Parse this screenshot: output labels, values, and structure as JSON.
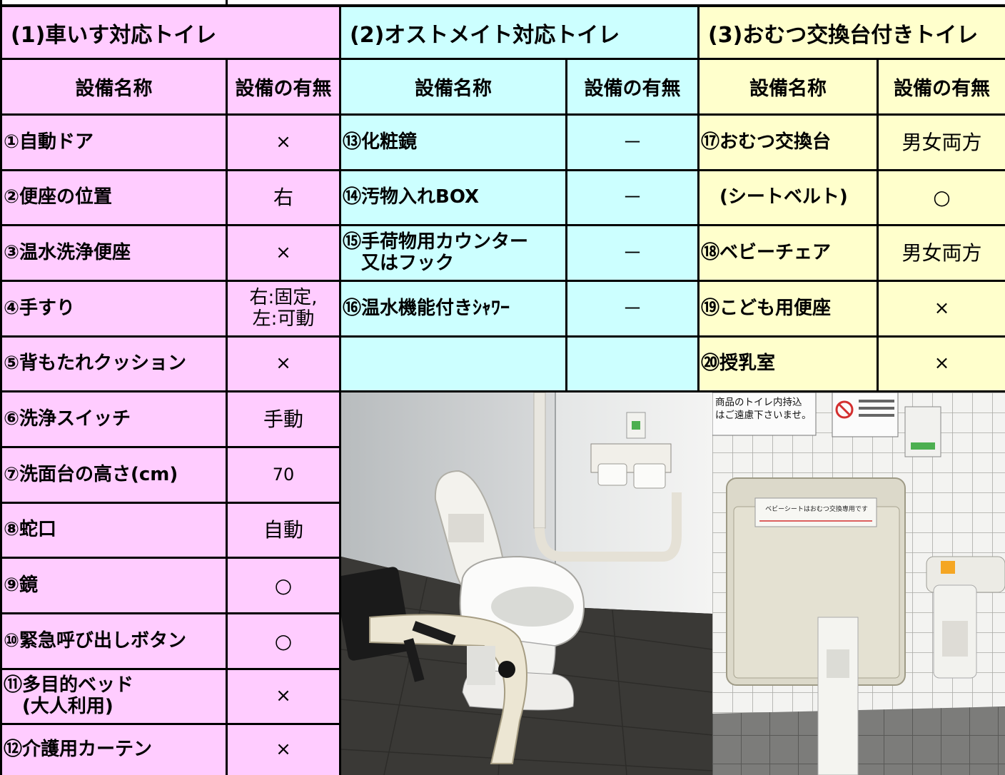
{
  "sections": {
    "wheelchair": {
      "title": "(1)車いす対応トイレ",
      "header_name": "設備名称",
      "header_value": "設備の有無",
      "rows": [
        {
          "name": "①自動ドア",
          "value": "×"
        },
        {
          "name": "②便座の位置",
          "value": "右"
        },
        {
          "name": "③温水洗浄便座",
          "value": "×"
        },
        {
          "name": "④手すり",
          "value": "右:固定,\n左:可動"
        },
        {
          "name": "⑤背もたれクッション",
          "value": "×"
        },
        {
          "name": "⑥洗浄スイッチ",
          "value": "手動"
        },
        {
          "name": "⑦洗面台の高さ(cm)",
          "value": "70"
        },
        {
          "name": "⑧蛇口",
          "value": "自動"
        },
        {
          "name": "⑨鏡",
          "value": "○"
        },
        {
          "name": "⑩緊急呼び出しボタン",
          "value": "○"
        },
        {
          "name": "⑪多目的ベッド\n　(大人利用)",
          "value": "×"
        },
        {
          "name": "⑫介護用カーテン",
          "value": "×"
        }
      ]
    },
    "ostomate": {
      "title": "(2)オストメイト対応トイレ",
      "header_name": "設備名称",
      "header_value": "設備の有無",
      "rows": [
        {
          "name": "⑬化粧鏡",
          "value": "－"
        },
        {
          "name": "⑭汚物入れBOX",
          "value": "－"
        },
        {
          "name": "⑮手荷物用カウンター\n　又はフック",
          "value": "－"
        },
        {
          "name": "⑯温水機能付きｼｬﾜｰ",
          "value": "－"
        },
        {
          "name": "",
          "value": ""
        }
      ]
    },
    "diaper": {
      "title": "(3)おむつ交換台付きトイレ",
      "header_name": "設備名称",
      "header_value": "設備の有無",
      "rows": [
        {
          "name": "⑰おむつ交換台",
          "value": "男女両方"
        },
        {
          "name": "　(シートベルト)",
          "value": "○"
        },
        {
          "name": "⑱ベビーチェア",
          "value": "男女両方"
        },
        {
          "name": "⑲こども用便座",
          "value": "×"
        },
        {
          "name": "⑳授乳室",
          "value": "×"
        }
      ]
    }
  },
  "photos": {
    "sign_text": "商品のトイレ内持込\nはご遠慮下さいませ。",
    "changing_table_label": "ベビーシートはおむつ交換専用です"
  },
  "colors": {
    "wheelchair": "#ffccff",
    "ostomate": "#ccffff",
    "diaper": "#ffffcc"
  }
}
